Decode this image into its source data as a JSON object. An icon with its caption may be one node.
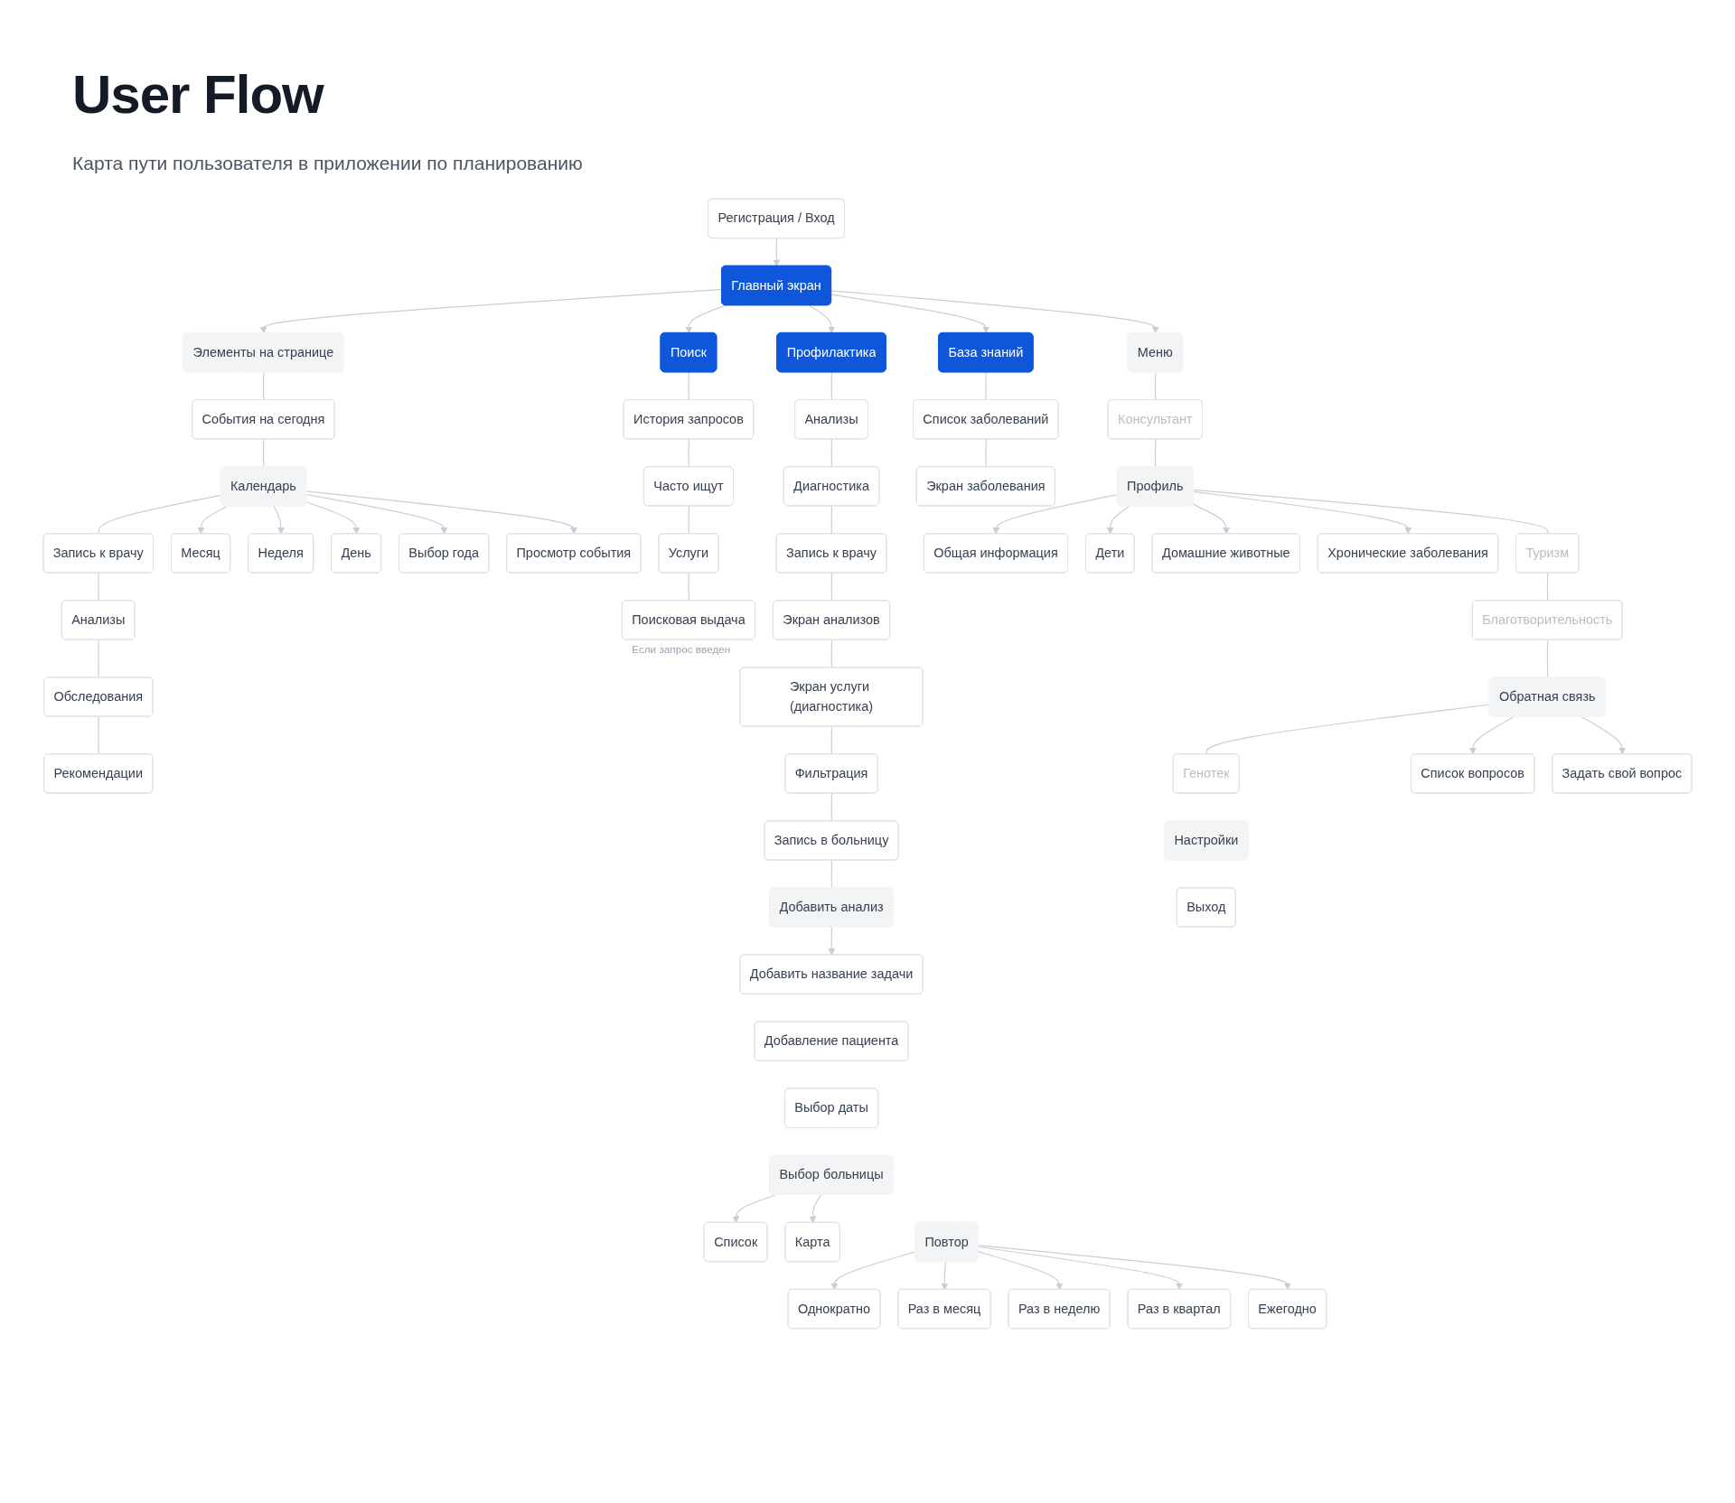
{
  "diagram": {
    "title": "User Flow",
    "caption": "Карта пути пользователя в приложении по планированию",
    "nodes": [
      {
        "text": [
          "Регистрация / Вход"
        ]
      },
      {
        "text": [
          "Главный экран"
        ]
      },
      {
        "text": [
          "Элементы на странице"
        ]
      },
      {
        "text": [
          "Поиск"
        ]
      },
      {
        "text": [
          "Профилактика"
        ]
      },
      {
        "text": [
          "База знаний"
        ]
      },
      {
        "text": [
          "Меню"
        ]
      },
      {
        "text": [
          "События на сегодня"
        ]
      },
      {
        "text": [
          "Календарь"
        ]
      },
      {
        "text": [
          "Запись к врачу"
        ]
      },
      {
        "text": [
          "Анализы"
        ]
      },
      {
        "text": [
          "Обследования"
        ]
      },
      {
        "text": [
          "Рекомендации"
        ]
      },
      {
        "text": [
          "Месяц"
        ]
      },
      {
        "text": [
          "Неделя"
        ]
      },
      {
        "text": [
          "День"
        ]
      },
      {
        "text": [
          "Выбор года"
        ]
      },
      {
        "text": [
          "Просмотр события"
        ]
      },
      {
        "text": [
          "История запросов"
        ]
      },
      {
        "text": [
          "Часто ищут"
        ]
      },
      {
        "text": [
          "Услуги"
        ]
      },
      {
        "text": [
          "Поисковая выдача"
        ],
        "beside": [
          "Если запрос введен"
        ]
      },
      {
        "text": [
          "Однократно"
        ]
      },
      {
        "text": [
          "Раз в месяц"
        ]
      },
      {
        "text": [
          "Раз в неделю"
        ]
      },
      {
        "text": [
          "Раз в квартал"
        ]
      },
      {
        "text": [
          "Ежегодно"
        ]
      },
      {
        "text": [
          "Список"
        ]
      },
      {
        "text": [
          "Карта"
        ]
      },
      {
        "text": [
          "Анализы"
        ]
      },
      {
        "text": [
          "Диагностика"
        ]
      },
      {
        "text": [
          "Запись к врачу"
        ]
      },
      {
        "text": [
          "Экран анализов"
        ]
      },
      {
        "text": [
          "Экран услуги (диагностика)"
        ]
      },
      {
        "text": [
          "Фильтрация"
        ]
      },
      {
        "text": [
          "Запись в больницу"
        ]
      },
      {
        "text": [
          "Добавить анализ"
        ]
      },
      {
        "text": [
          "Добавить название задачи"
        ]
      },
      {
        "text": [
          "Добавление пациента"
        ]
      },
      {
        "text": [
          "Выбор даты"
        ]
      },
      {
        "text": [
          "Выбор больницы"
        ]
      },
      {
        "text": [
          "Повтор"
        ]
      },
      {
        "text": [
          "Список заболеваний"
        ]
      },
      {
        "text": [
          "Экран заболевания"
        ]
      },
      {
        "text": [
          "Общая информация"
        ]
      },
      {
        "text": [
          "Дети"
        ]
      },
      {
        "text": [
          "Домашние животные"
        ]
      },
      {
        "text": [
          "Хронические заболевания"
        ]
      },
      {
        "text": [
          "Консультант"
        ]
      },
      {
        "text": [
          "Профиль"
        ]
      },
      {
        "text": [
          "Туризм"
        ]
      },
      {
        "text": [
          "Благотворительность"
        ]
      },
      {
        "text": [
          "Обратная связь"
        ]
      },
      {
        "text": [
          "Генотек"
        ]
      },
      {
        "text": [
          "Настройки"
        ]
      },
      {
        "text": [
          "Выход"
        ]
      },
      {
        "text": [
          "Список вопросов"
        ]
      },
      {
        "text": [
          "Задать свой вопрос"
        ]
      }
    ],
    "edges": [
      {
        "from": 0,
        "to": 1,
        "arrow": "to"
      },
      {
        "from": 1,
        "to": 2,
        "arrow": "to"
      },
      {
        "from": 1,
        "to": 3,
        "arrow": "to"
      },
      {
        "from": 1,
        "to": 4,
        "arrow": "to"
      },
      {
        "from": 1,
        "to": 5,
        "arrow": "to"
      },
      {
        "from": 1,
        "to": 6,
        "arrow": "to"
      },
      {
        "from": 2,
        "to": 7,
        "arrow": "none"
      },
      {
        "from": 7,
        "to": 8,
        "arrow": "none"
      },
      {
        "from": 8,
        "to": 9,
        "arrow": "none"
      },
      {
        "from": 9,
        "to": 10,
        "arrow": "none"
      },
      {
        "from": 10,
        "to": 11,
        "arrow": "none"
      },
      {
        "from": 11,
        "to": 12,
        "arrow": "none"
      },
      {
        "from": 8,
        "to": 13,
        "arrow": "to"
      },
      {
        "from": 8,
        "to": 14,
        "arrow": "to"
      },
      {
        "from": 8,
        "to": 15,
        "arrow": "to"
      },
      {
        "from": 8,
        "to": 16,
        "arrow": "to"
      },
      {
        "from": 8,
        "to": 17,
        "arrow": "to"
      },
      {
        "from": 3,
        "to": 18,
        "arrow": "none"
      },
      {
        "from": 18,
        "to": 19,
        "arrow": "none"
      },
      {
        "from": 19,
        "to": 20,
        "arrow": "none"
      },
      {
        "from": 20,
        "to": 21,
        "arrow": "none"
      },
      {
        "from": 4,
        "to": 29,
        "arrow": "none"
      },
      {
        "from": 29,
        "to": 30,
        "arrow": "none"
      },
      {
        "from": 30,
        "to": 31,
        "arrow": "none"
      },
      {
        "from": 31,
        "to": 32,
        "arrow": "none"
      },
      {
        "from": 32,
        "to": 33,
        "arrow": "none"
      },
      {
        "from": 33,
        "to": 34,
        "arrow": "none"
      },
      {
        "from": 34,
        "to": 35,
        "arrow": "none"
      },
      {
        "from": 35,
        "to": 36,
        "arrow": "none"
      },
      {
        "from": 36,
        "to": 37,
        "arrow": "to"
      },
      {
        "from": 40,
        "to": 27,
        "arrow": "to"
      },
      {
        "from": 40,
        "to": 28,
        "arrow": "to"
      },
      {
        "from": 41,
        "to": 22,
        "arrow": "to"
      },
      {
        "from": 41,
        "to": 23,
        "arrow": "to"
      },
      {
        "from": 41,
        "to": 24,
        "arrow": "to"
      },
      {
        "from": 41,
        "to": 25,
        "arrow": "to"
      },
      {
        "from": 41,
        "to": 26,
        "arrow": "to"
      },
      {
        "from": 5,
        "to": 42,
        "arrow": "none"
      },
      {
        "from": 42,
        "to": 43,
        "arrow": "none"
      },
      {
        "from": 49,
        "to": 44,
        "arrow": "to"
      },
      {
        "from": 49,
        "to": 45,
        "arrow": "to"
      },
      {
        "from": 49,
        "to": 46,
        "arrow": "to"
      },
      {
        "from": 49,
        "to": 47,
        "arrow": "to"
      },
      {
        "from": 6,
        "to": 48,
        "arrow": "none"
      },
      {
        "from": 48,
        "to": 49,
        "arrow": "none"
      },
      {
        "from": 49,
        "to": 50,
        "arrow": "none"
      },
      {
        "from": 50,
        "to": 51,
        "arrow": "none"
      },
      {
        "from": 51,
        "to": 52,
        "arrow": "none"
      },
      {
        "from": 52,
        "to": 53,
        "arrow": "none"
      },
      {
        "from": 52,
        "to": 56,
        "arrow": "to"
      },
      {
        "from": 52,
        "to": 57,
        "arrow": "to"
      }
    ]
  }
}
